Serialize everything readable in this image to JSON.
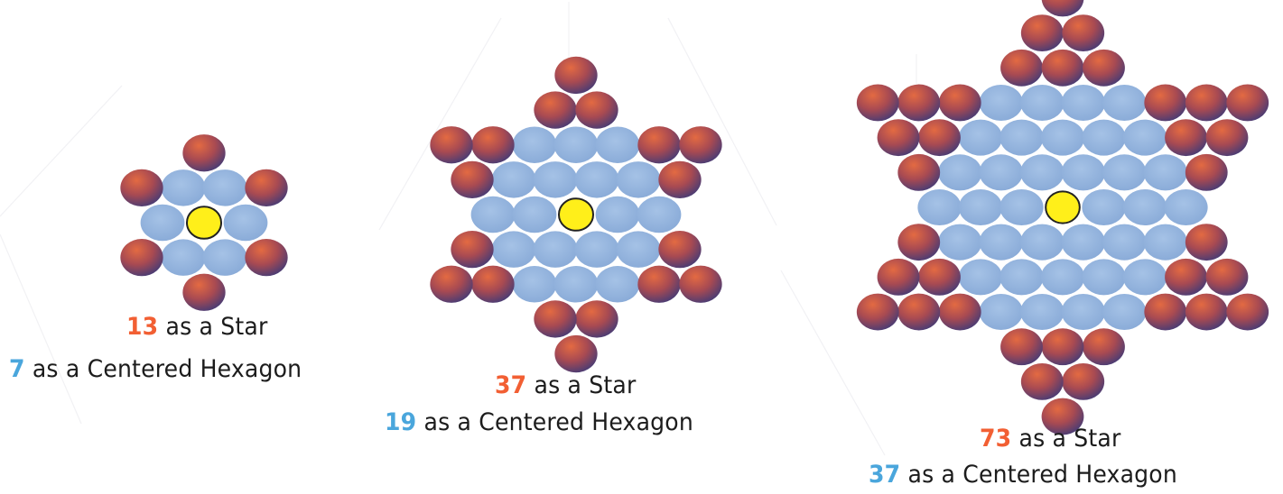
{
  "colors": {
    "star_number": "#f25f33",
    "hexagon_number": "#4aa6dc",
    "outer_ball": "#a84a52",
    "inner_ball": "#8eb0dc",
    "center_ball": "#ffef1a",
    "caption_text": "#1c1c1c"
  },
  "figures": [
    {
      "name": "small",
      "star_count": "13",
      "star_text": "as a Star",
      "hexagon_count": "7",
      "hexagon_text": "as a Centered Hexagon"
    },
    {
      "name": "medium",
      "star_count": "37",
      "star_text": "as a Star",
      "hexagon_count": "19",
      "hexagon_text": "as a Centered Hexagon"
    },
    {
      "name": "large",
      "star_count": "73",
      "star_text": "as a Star",
      "hexagon_count": "37",
      "hexagon_text": "as a Centered Hexagon"
    }
  ]
}
